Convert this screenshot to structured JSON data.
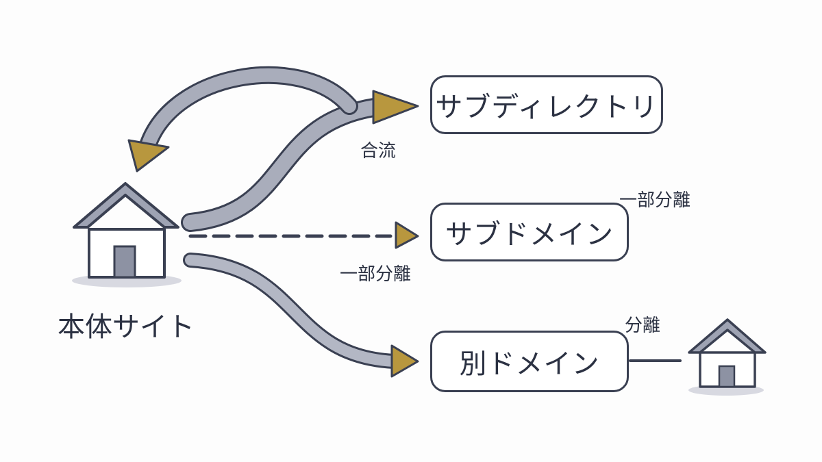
{
  "labels": {
    "main_site": "本体サイト",
    "merge": "合流",
    "partial_separation_1": "一部分離",
    "partial_separation_2": "一部分離",
    "separation": "分離"
  },
  "boxes": {
    "subdirectory": "サブディレクトリ",
    "subdomain": "サブドメイン",
    "other_domain": "別ドメイン"
  },
  "icons": {
    "main_house": "house-icon",
    "remote_house": "house-icon"
  },
  "colors": {
    "outline": "#3a4052",
    "arrow_body": "#a2a6b5",
    "arrowhead": "#b8973e",
    "house_shadow": "#c7c9d4",
    "text": "#2b3142"
  }
}
